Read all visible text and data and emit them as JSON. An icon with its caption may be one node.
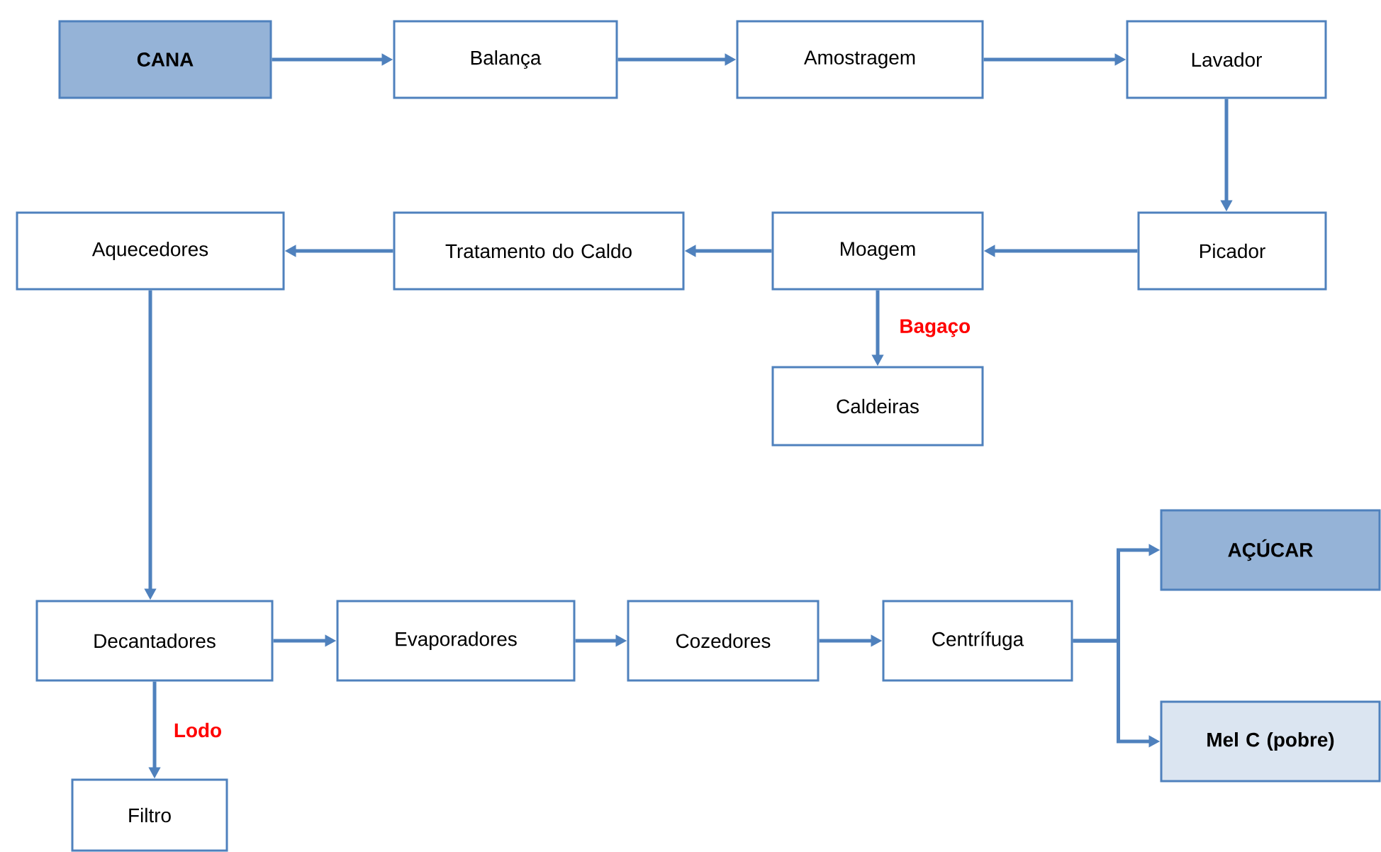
{
  "diagram": {
    "nodes": [
      {
        "text": [
          "CANA"
        ]
      },
      {
        "text": [
          "Balança"
        ]
      },
      {
        "text": [
          "Amostragem"
        ]
      },
      {
        "text": [
          "Lavador"
        ]
      },
      {
        "text": [
          "Picador"
        ]
      },
      {
        "text": [
          "Moagem"
        ]
      },
      {
        "text": [
          "Tratamento do Caldo"
        ]
      },
      {
        "text": [
          "Aquecedores"
        ]
      },
      {
        "text": [
          "Caldeiras"
        ]
      },
      {
        "text": [
          "Decantadores"
        ]
      },
      {
        "text": [
          "Evaporadores"
        ]
      },
      {
        "text": [
          "Cozedores"
        ]
      },
      {
        "text": [
          "Centrífuga"
        ]
      },
      {
        "text": [
          "AÇÚCAR"
        ]
      },
      {
        "text": [
          "Mel C (pobre)"
        ]
      },
      {
        "text": [
          "Filtro"
        ]
      }
    ],
    "edges": [
      {
        "from": 0,
        "to": 1,
        "arrow": "to"
      },
      {
        "from": 1,
        "to": 2,
        "arrow": "to"
      },
      {
        "from": 2,
        "to": 3,
        "arrow": "to"
      },
      {
        "from": 3,
        "to": 4,
        "arrow": "to"
      },
      {
        "from": 4,
        "to": 5,
        "arrow": "to"
      },
      {
        "from": 5,
        "to": 6,
        "arrow": "to"
      },
      {
        "from": 6,
        "to": 7,
        "arrow": "to"
      },
      {
        "from": 5,
        "to": 8,
        "arrow": "to",
        "label": "Bagaço"
      },
      {
        "from": 7,
        "to": 9,
        "arrow": "to"
      },
      {
        "from": 9,
        "to": 10,
        "arrow": "to"
      },
      {
        "from": 10,
        "to": 11,
        "arrow": "to"
      },
      {
        "from": 11,
        "to": 12,
        "arrow": "to"
      },
      {
        "from": 12,
        "to": 13,
        "arrow": "to"
      },
      {
        "from": 12,
        "to": 14,
        "arrow": "to"
      },
      {
        "from": 9,
        "to": 15,
        "arrow": "to",
        "label": "Lodo"
      }
    ]
  }
}
